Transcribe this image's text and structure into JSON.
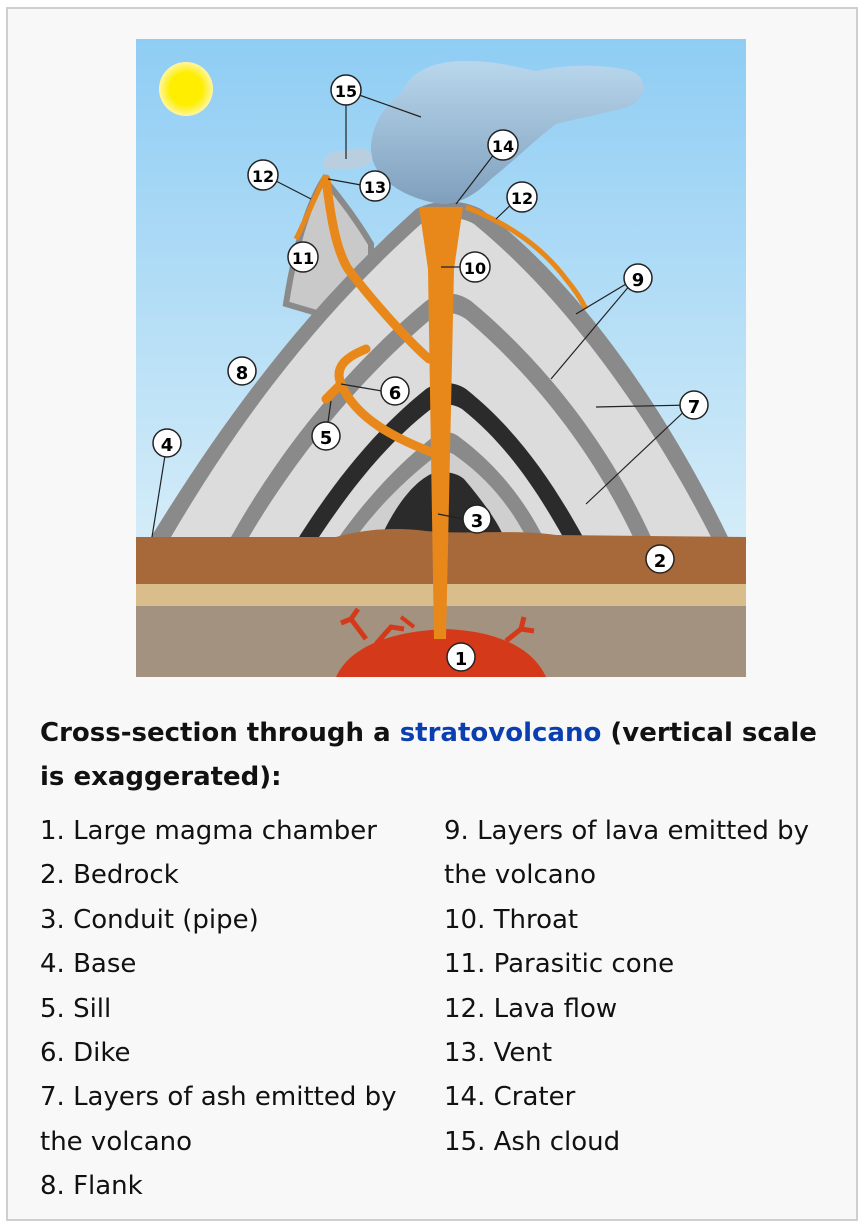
{
  "caption": {
    "before": "Cross-section through a ",
    "link": "stratovolcano",
    "after": " (vertical scale is exaggerated):"
  },
  "legend_left": [
    "1. Large magma chamber",
    "2. Bedrock",
    "3. Conduit (pipe)",
    "4. Base",
    "5. Sill",
    "6. Dike",
    "7. Layers of ash emitted by",
    "the volcano",
    "8. Flank"
  ],
  "legend_right": [
    "9. Layers of lava emitted by",
    "the volcano",
    "10. Throat",
    "11. Parasitic cone",
    "12. Lava flow",
    "13. Vent",
    "14. Crater",
    "15. Ash cloud"
  ],
  "markers": [
    "1",
    "2",
    "3",
    "4",
    "5",
    "6",
    "7",
    "8",
    "9",
    "10",
    "11",
    "12",
    "12",
    "13",
    "14",
    "15"
  ],
  "colors": {
    "sky_top": "#8fcdf4",
    "sky_bottom": "#d4ecf8",
    "magma": "#e8881a",
    "magma_chamber": "#d43a1a",
    "bedrock": "#a8693a",
    "ash_layer": "#dcdcdc",
    "lava_layer": "#8a8a8a",
    "sun": "#ffee00",
    "link": "#0b3fb0"
  }
}
